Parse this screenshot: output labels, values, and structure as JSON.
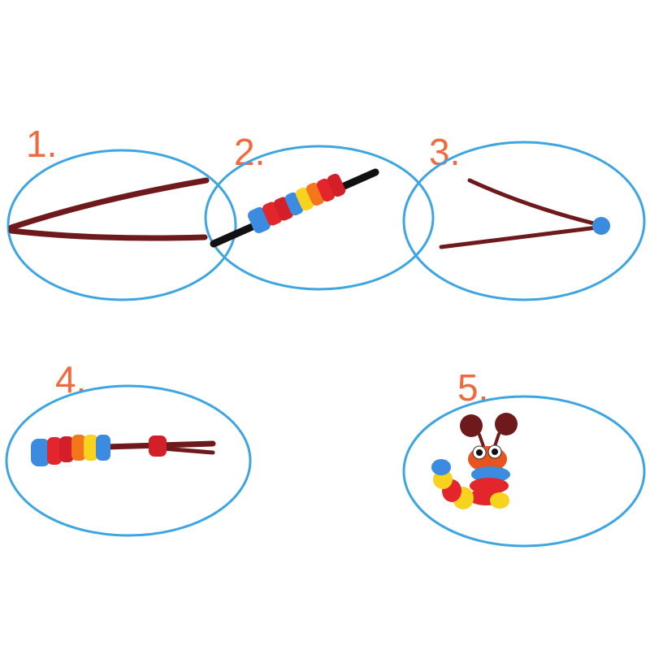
{
  "steps": [
    {
      "label": "1.",
      "description_icon": "two-stems-icon"
    },
    {
      "label": "2.",
      "description_icon": "beads-on-pencil-icon"
    },
    {
      "label": "3.",
      "description_icon": "stem-with-bead-icon"
    },
    {
      "label": "4.",
      "description_icon": "caterpillar-body-icon"
    },
    {
      "label": "5.",
      "description_icon": "finished-caterpillar-icon"
    }
  ],
  "colors": {
    "ring": "#3da5e2",
    "number": "#ef6a3f",
    "stem": "#6e1a1c",
    "blue": "#3b8be0",
    "red": "#e3262b",
    "orange": "#f5751c",
    "yellow": "#f7d21e"
  }
}
